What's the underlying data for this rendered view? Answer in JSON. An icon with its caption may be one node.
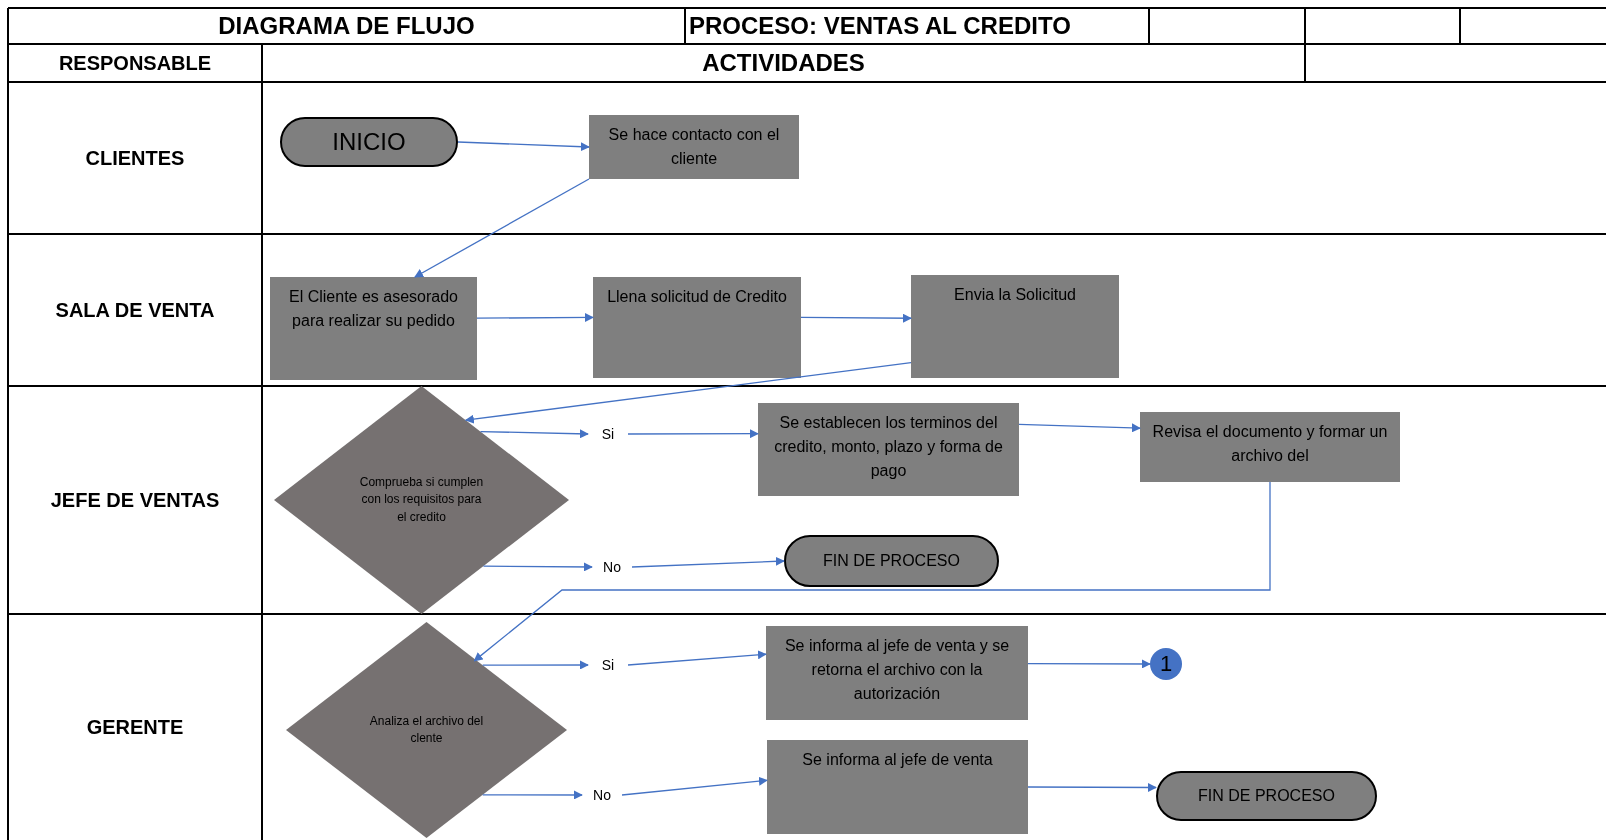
{
  "diagram": {
    "nodes": [
      {
        "text": [
          "INICIO"
        ]
      },
      {
        "text": [
          "Se hace contacto con el cliente"
        ]
      },
      {
        "text": [
          "El Cliente es asesorado para realizar su pedido"
        ]
      },
      {
        "text": [
          "Llena solicitud de Credito"
        ]
      },
      {
        "text": [
          "Envia la Solicitud"
        ]
      },
      {
        "text": [
          "Comprueba si cumplen con los requisitos para el credito"
        ]
      },
      {
        "text": [
          "Si"
        ]
      },
      {
        "text": [
          "Se establecen los terminos del credito, monto, plazo y forma de pago"
        ]
      },
      {
        "text": [
          "Revisa el documento y formar un archivo del"
        ]
      },
      {
        "text": [
          "No"
        ]
      },
      {
        "text": [
          "FIN DE PROCESO"
        ]
      },
      {
        "text": [
          "Analiza el archivo del clente"
        ]
      },
      {
        "text": [
          "Si"
        ]
      },
      {
        "text": [
          "Se informa al jefe de venta y se retorna el archivo con la autorización"
        ]
      },
      {
        "text": [
          "1"
        ]
      },
      {
        "text": [
          "No"
        ]
      },
      {
        "text": [
          "Se informa al jefe de venta"
        ]
      },
      {
        "text": [
          "FIN DE PROCESO"
        ]
      }
    ],
    "edges": [
      {
        "from": 0,
        "to": 1,
        "arrow": "to"
      },
      {
        "from": 1,
        "to": 2,
        "arrow": "to"
      },
      {
        "from": 2,
        "to": 3,
        "arrow": "to"
      },
      {
        "from": 3,
        "to": 4,
        "arrow": "to"
      },
      {
        "from": 4,
        "to": 5,
        "arrow": "to"
      },
      {
        "from": 5,
        "to": 6,
        "arrow": "to"
      },
      {
        "from": 6,
        "to": 7,
        "arrow": "to"
      },
      {
        "from": 7,
        "to": 8,
        "arrow": "to"
      },
      {
        "from": 5,
        "to": 9,
        "arrow": "to"
      },
      {
        "from": 9,
        "to": 10,
        "arrow": "to"
      },
      {
        "from": 8,
        "to": 11,
        "arrow": "to"
      },
      {
        "from": 11,
        "to": 12,
        "arrow": "to"
      },
      {
        "from": 12,
        "to": 13,
        "arrow": "to"
      },
      {
        "from": 13,
        "to": 14,
        "arrow": "to"
      },
      {
        "from": 11,
        "to": 15,
        "arrow": "to"
      },
      {
        "from": 15,
        "to": 16,
        "arrow": "to"
      },
      {
        "from": 16,
        "to": 17,
        "arrow": "to"
      }
    ],
    "labels": [
      "DIAGRAMA DE FLUJO",
      "PROCESO: VENTAS AL CREDITO",
      "RESPONSABLE",
      "ACTIVIDADES",
      "CLIENTES",
      "SALA DE VENTA",
      "JEFE DE VENTAS",
      "GERENTE"
    ]
  }
}
